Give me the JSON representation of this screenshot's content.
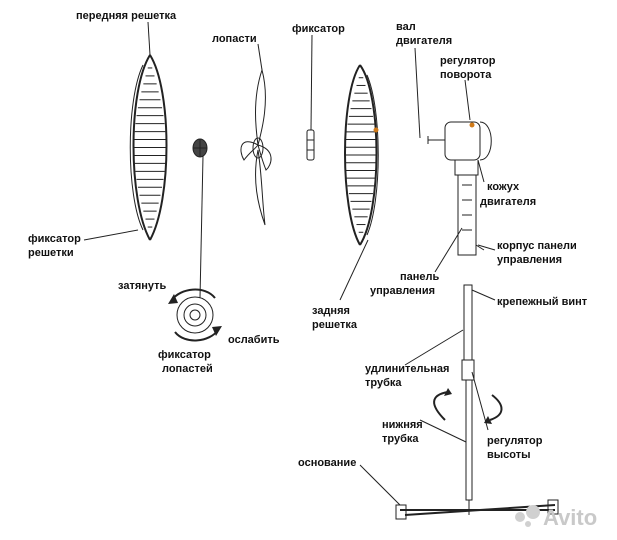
{
  "labels": {
    "front_grille": "передняя решетка",
    "blades": "лопасти",
    "clamp": "фиксатор",
    "motor_shaft_1": "вал",
    "motor_shaft_2": "двигателя",
    "rotation_knob_1": "регулятор",
    "rotation_knob_2": "поворота",
    "motor_housing_1": "кожух",
    "motor_housing_2": "двигателя",
    "panel_body_1": "корпус панели",
    "panel_body_2": "управления",
    "grille_clamp_1": "фиксатор",
    "grille_clamp_2": "решетки",
    "tighten": "затянуть",
    "loosen": "ослабить",
    "blade_lock_1": "фиксатор",
    "blade_lock_2": "лопастей",
    "rear_grille_1": "задняя",
    "rear_grille_2": "решетка",
    "control_panel_1": "панель",
    "control_panel_2": "управления",
    "mounting_screw": "крепежный винт",
    "extension_tube_1": "удлинительная",
    "extension_tube_2": "трубка",
    "lower_tube_1": "нижняя",
    "lower_tube_2": "трубка",
    "height_knob_1": "регулятор",
    "height_knob_2": "высоты",
    "base": "основание"
  },
  "watermark": "Avito",
  "colors": {
    "line": "#222222",
    "accent": "#d07a1a",
    "watermark": "#c9c9c9"
  }
}
